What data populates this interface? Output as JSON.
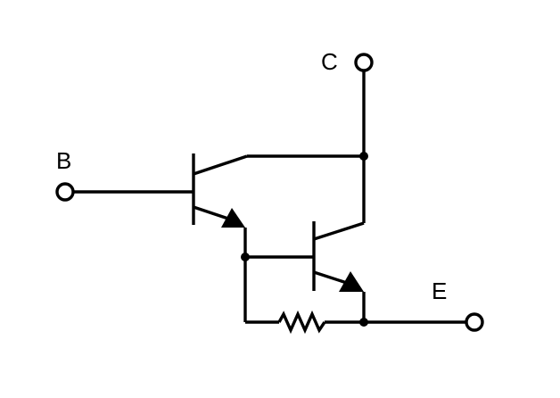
{
  "terminals": {
    "base_label": "B",
    "collector_label": "C",
    "emitter_label": "E"
  },
  "colors": {
    "line": "#000000",
    "background": "#ffffff"
  }
}
